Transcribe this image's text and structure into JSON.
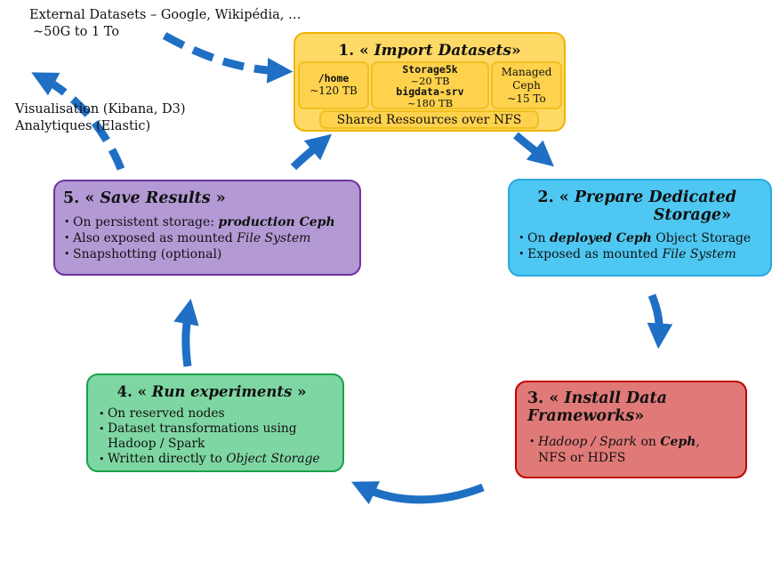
{
  "external": {
    "line1": "External Datasets – Google, Wikipédia, …",
    "line2": "~50G to 1 To"
  },
  "visualisation": {
    "line1": "Visualisation  (Kibana,  D3)",
    "line2": "Analytiques  (Elastic)"
  },
  "step1": {
    "num": "1. «",
    "title": "Import Datasets",
    "close": "»",
    "home": {
      "name": "/home",
      "size": "~120 TB"
    },
    "storage": {
      "name1": "Storage5k",
      "size1": "~20 TB",
      "name2": "bigdata-srv",
      "size2": "~180 TB"
    },
    "ceph": {
      "line1": "Managed",
      "line2": "Ceph",
      "size": "~15 To"
    },
    "shared": "Shared Ressources over NFS"
  },
  "step2": {
    "num": "2. «",
    "title": "Prepare Dedicated",
    "title2": "Storage",
    "close": "»",
    "b1_pre": "On",
    "b1_em": "deployed Ceph",
    "b1_post": "Object Storage",
    "b2_pre": "Exposed as mounted",
    "b2_em": "File System"
  },
  "step3": {
    "num": "3. «",
    "title": "Install Data",
    "title2": "Frameworks",
    "close": "»",
    "b1_em1": "Hadoop / Spark",
    "b1_mid": "on",
    "b1_em2": "Ceph",
    "b1_post": ",",
    "b1_line2": "NFS or HDFS"
  },
  "step4": {
    "num": "4. «",
    "title": "Run experiments",
    "close": "»",
    "b1": "On reserved nodes",
    "b2_l1": "Dataset transformations using",
    "b2_l2": "Hadoop / Spark",
    "b3_pre": "Written directly to",
    "b3_em": "Object Storage"
  },
  "step5": {
    "num": "5. «",
    "title": "Save Results",
    "close": "»",
    "b1_pre": "On persistent storage:",
    "b1_em": "production Ceph",
    "b2_pre": "Also exposed as mounted",
    "b2_em": "File System",
    "b3": "Snapshotting (optional)"
  },
  "colors": {
    "arrow": "#1f6fc4",
    "step1_fill": "#ffd966",
    "step1_border": "#f0b400",
    "step2_fill": "#4ec8f2",
    "step2_border": "#2aa9e0",
    "step3_fill": "#e07a78",
    "step3_border": "#c00000",
    "step4_fill": "#7ed6a3",
    "step4_border": "#1aa04a",
    "step5_fill": "#b39ad4",
    "step5_border": "#7030a0"
  }
}
